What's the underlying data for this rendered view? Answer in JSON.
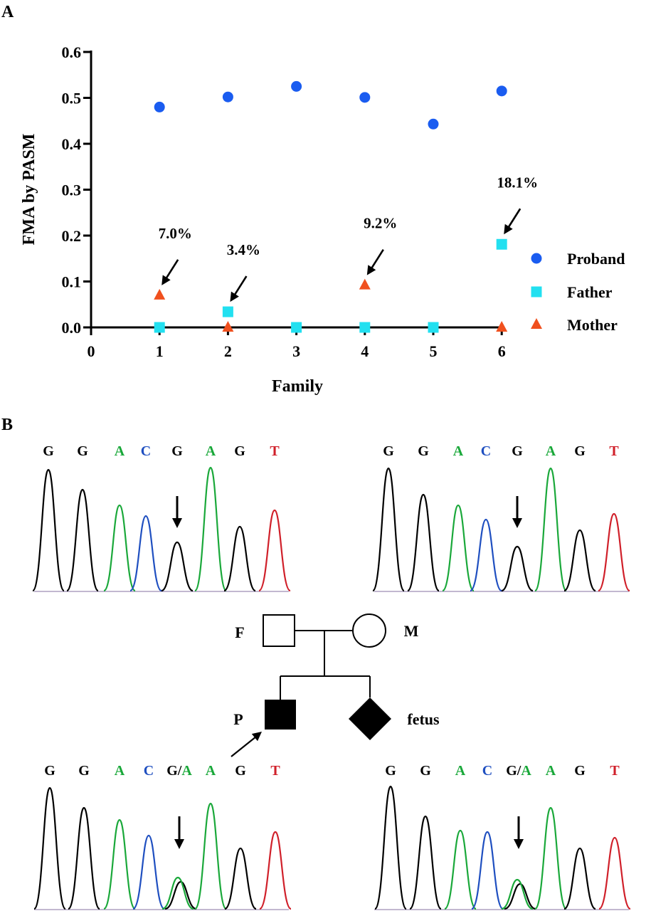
{
  "panels": {
    "a_label": "A",
    "b_label": "B"
  },
  "chart_data": {
    "type": "scatter",
    "xlabel": "Family",
    "ylabel": "FMA by PASM",
    "xlim": [
      0,
      6
    ],
    "ylim": [
      0,
      0.6
    ],
    "x_ticks": [
      0,
      1,
      2,
      3,
      4,
      5,
      6
    ],
    "y_ticks": [
      0.0,
      0.1,
      0.2,
      0.3,
      0.4,
      0.5,
      0.6
    ],
    "y_tick_labels": [
      "0.0",
      "0.1",
      "0.2",
      "0.3",
      "0.4",
      "0.5",
      "0.6"
    ],
    "legend_position": "right",
    "series": [
      {
        "name": "Proband",
        "marker": "circle",
        "color": "#1a5cf0",
        "x": [
          1,
          2,
          3,
          4,
          5,
          6
        ],
        "y": [
          0.48,
          0.502,
          0.525,
          0.501,
          0.443,
          0.515
        ]
      },
      {
        "name": "Father",
        "marker": "square",
        "color": "#22e0f0",
        "x": [
          1,
          2,
          3,
          4,
          5,
          6
        ],
        "y": [
          0.0,
          0.034,
          0.0,
          0.0,
          0.0,
          0.181
        ]
      },
      {
        "name": "Mother",
        "marker": "triangle",
        "color": "#f0501e",
        "x": [
          1,
          2,
          4,
          6
        ],
        "y": [
          0.07,
          0.0,
          0.092,
          0.0
        ]
      }
    ],
    "annotations": [
      {
        "text": "7.0%",
        "x": 1,
        "y": 0.07
      },
      {
        "text": "3.4%",
        "x": 2,
        "y": 0.034
      },
      {
        "text": "9.2%",
        "x": 4,
        "y": 0.092
      },
      {
        "text": "18.1%",
        "x": 6,
        "y": 0.181
      }
    ]
  },
  "sequences": {
    "top_left": [
      "G",
      "G",
      "A",
      "C",
      "G",
      "A",
      "G",
      "T"
    ],
    "top_right": [
      "G",
      "G",
      "A",
      "C",
      "G",
      "A",
      "G",
      "T"
    ],
    "bottom_left": [
      "G",
      "G",
      "A",
      "C",
      "G/A",
      "A",
      "G",
      "T"
    ],
    "bottom_right": [
      "G",
      "G",
      "A",
      "C",
      "G/A",
      "A",
      "G",
      "T"
    ]
  },
  "base_colors": {
    "G": "#000000",
    "A": "#1aa83a",
    "C": "#1f4fc0",
    "T": "#d0202a"
  },
  "pedigree": {
    "father": "F",
    "mother": "M",
    "proband": "P",
    "fetus": "fetus"
  }
}
